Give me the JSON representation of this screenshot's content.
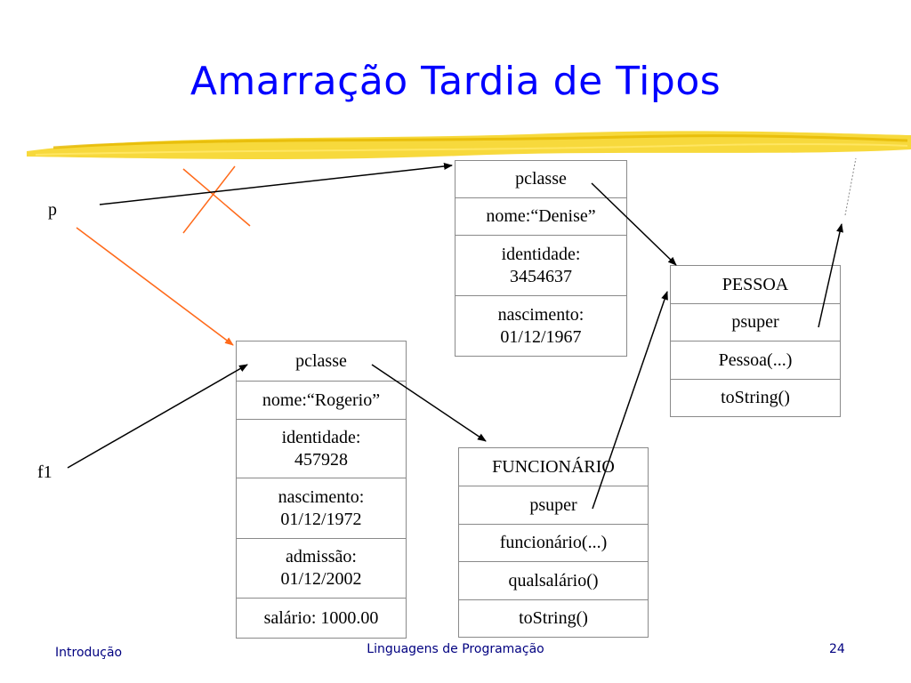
{
  "title": "Amarração Tardia de Tipos",
  "labels": {
    "p": "p",
    "f1": "f1"
  },
  "objects": {
    "denise": [
      "pclasse",
      "nome:“Denise”",
      "identidade:\n3454637",
      "nascimento:\n01/12/1967"
    ],
    "rogerio": [
      "pclasse",
      "nome:“Rogerio”",
      "identidade:\n457928",
      "nascimento:\n01/12/1972",
      "admissão:\n01/12/2002",
      "salário: 1000.00"
    ]
  },
  "classes": {
    "pessoa": [
      "PESSOA",
      "psuper",
      "Pessoa(...)",
      "toString()"
    ],
    "funcionario": [
      "FUNCIONÁRIO",
      "psuper",
      "funcionário(...)",
      "qualsalário()",
      "toString()"
    ]
  },
  "footer": {
    "left": "Introdução",
    "center": "Linguagens de Programação",
    "page": "24"
  },
  "colors": {
    "title": "#0000ff",
    "brush": "#f2c400",
    "cross": "#ff6a1a",
    "orange_arrow": "#ff6a1a",
    "footer": "#000080"
  }
}
